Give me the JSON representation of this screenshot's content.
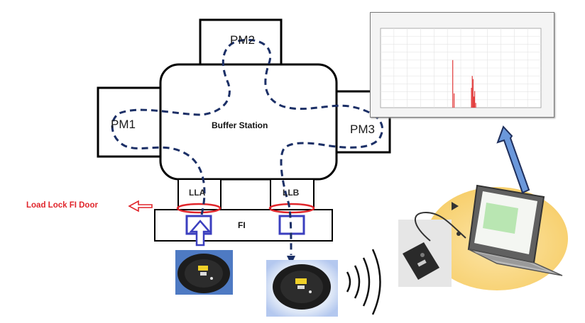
{
  "labels": {
    "pm1": "PM1",
    "pm2": "PM2",
    "pm3": "PM3",
    "buffer": "Buffer Station",
    "lla": "LLA",
    "llb": "LLB",
    "fi": "FI",
    "door": "Load Lock  FI  Door"
  },
  "colors": {
    "path": "#1b2f66",
    "door_ring": "#e0252b",
    "door_text": "#e0252b",
    "port_box": "#3b3fbf",
    "chart_spike": "#e23a3a"
  },
  "icons": [
    "wafer-sensor-icon",
    "wireless-signal-icon",
    "receiver-dongle-icon",
    "laptop-icon",
    "upload-arrow-icon"
  ],
  "chart_data": {
    "type": "bar",
    "title": "",
    "x": [
      27,
      27.5,
      34,
      34.3,
      34.6,
      34.9,
      35.2,
      35.6
    ],
    "values": [
      6.0,
      1.8,
      2.5,
      4.0,
      3.6,
      1.4,
      2.1,
      0.6
    ],
    "ylim": [
      0,
      10
    ],
    "xlim": [
      0,
      60
    ],
    "grid": true
  }
}
